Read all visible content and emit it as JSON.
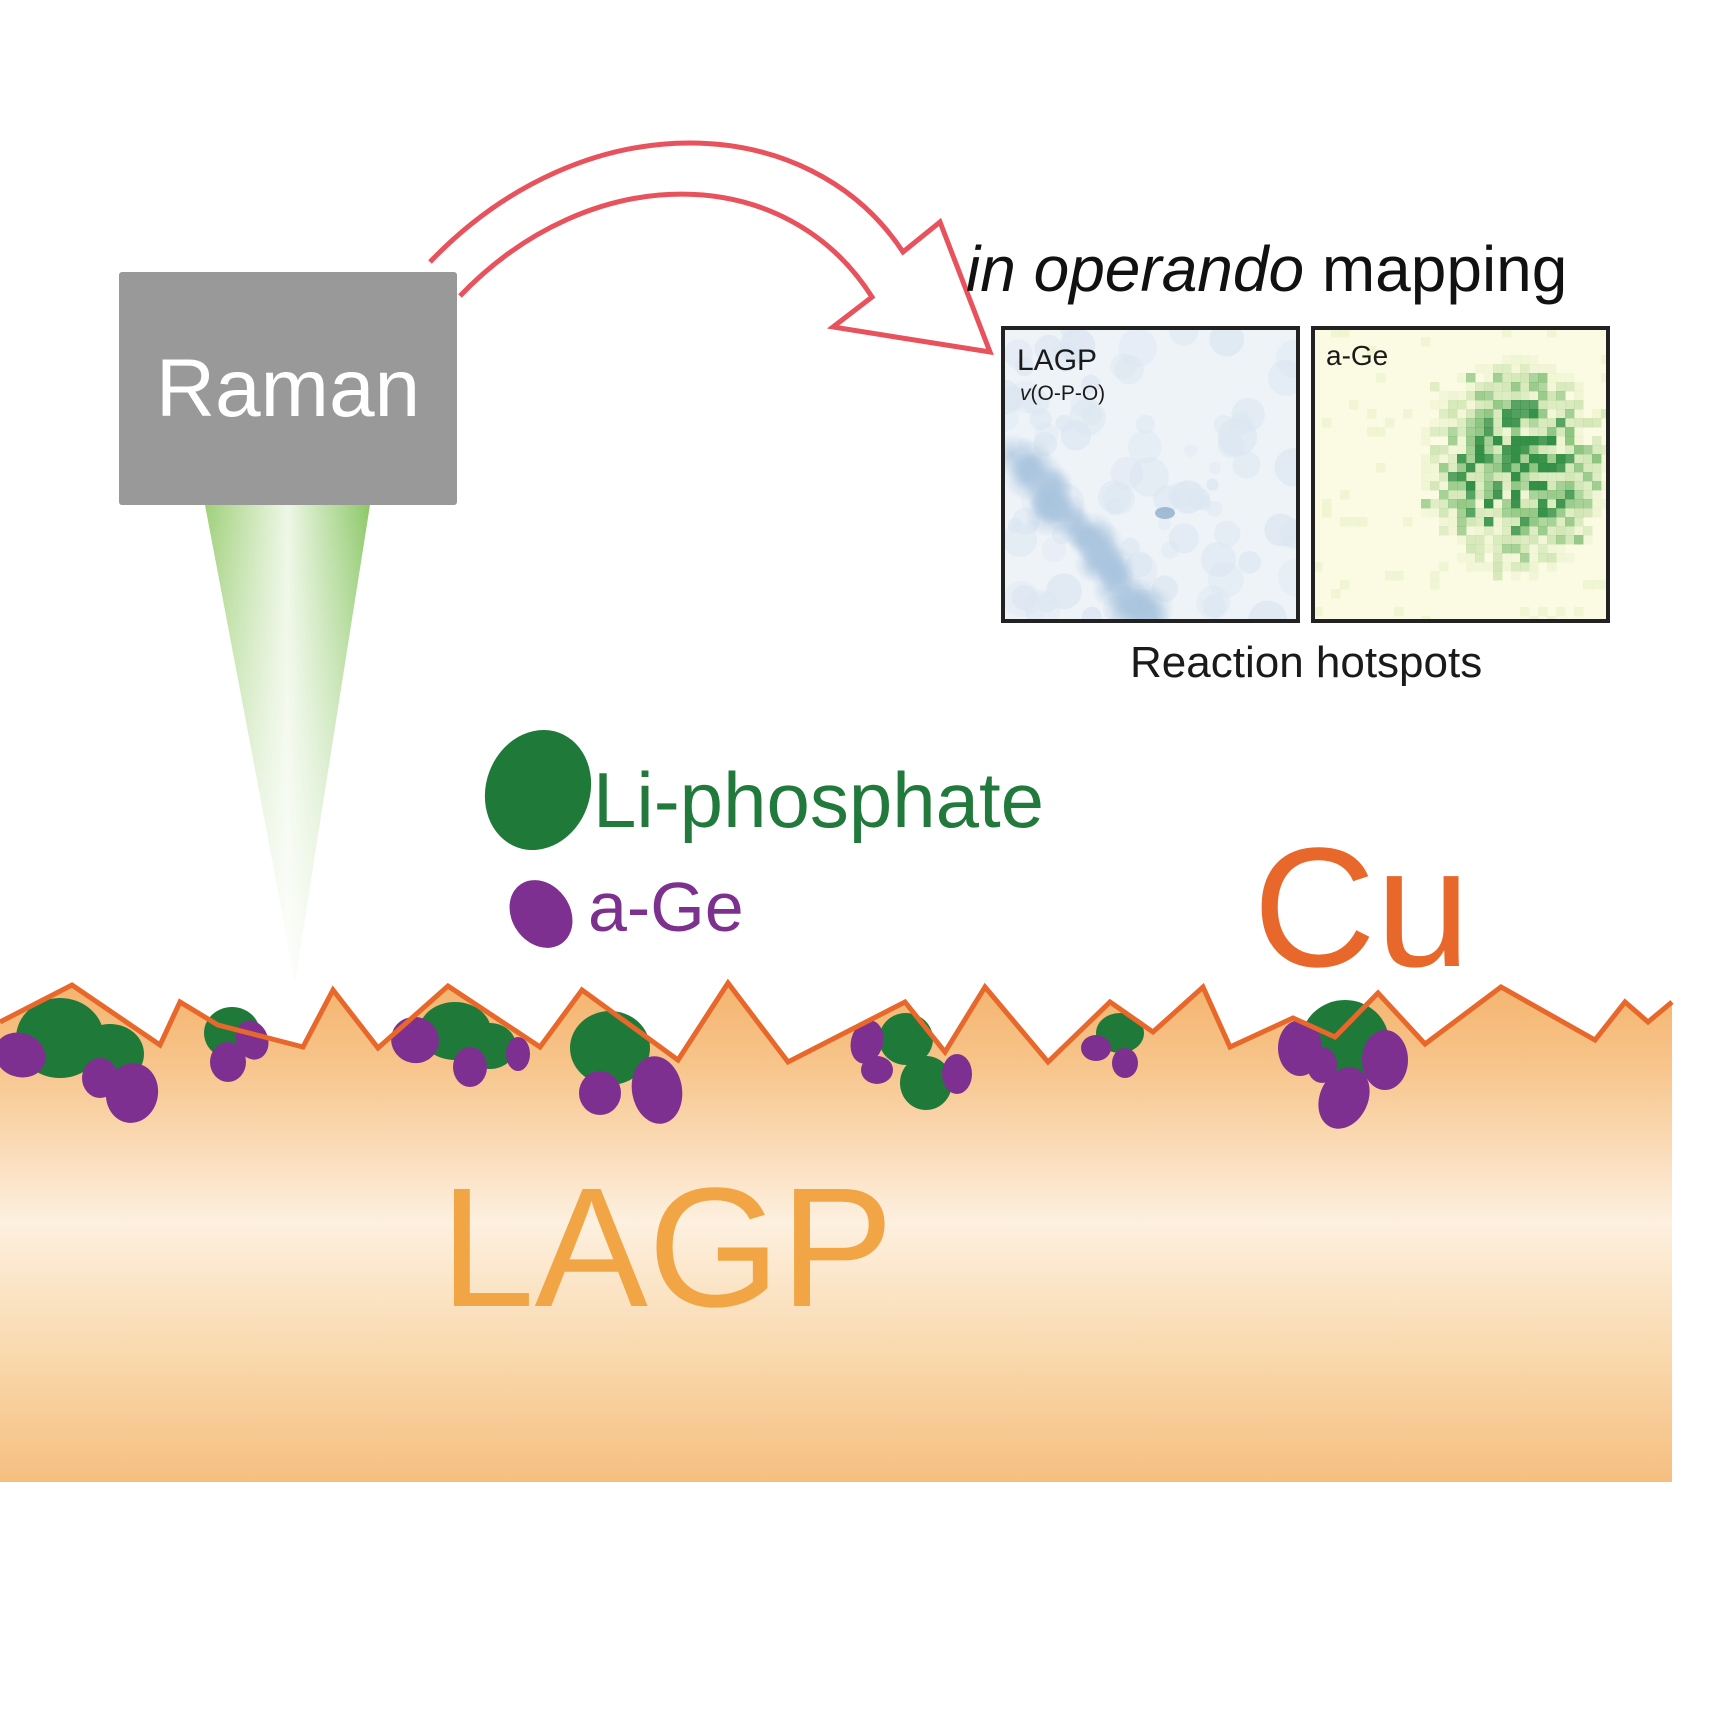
{
  "instrument": {
    "label": "Raman"
  },
  "mapping": {
    "title_italic": "in operando",
    "title_rest": " mapping",
    "panel_lagp": {
      "label": "LAGP",
      "sub_prefix": "v",
      "sub_rest": "(O-P-O)",
      "colormap": "blue"
    },
    "panel_age": {
      "label": "a-Ge",
      "colormap": "green"
    },
    "caption": "Reaction hotspots"
  },
  "legend": {
    "li_phosphate": {
      "label": "Li-phosphate",
      "color": "#1f7a3a"
    },
    "a_ge": {
      "label": "a-Ge",
      "color": "#7d308f"
    }
  },
  "materials": {
    "cu": {
      "label": "Cu",
      "color": "#e8672a"
    },
    "lagp": {
      "label": "LAGP",
      "color": "#f1a545"
    }
  },
  "colors": {
    "arrow": "#e8525c",
    "beam": "#7cc35a",
    "substrate_top": "#f4b46e",
    "substrate_light": "#fdf0df",
    "map_blue": "#bed3e6",
    "map_green": "#2a8a3e",
    "map_yellow": "#fbfae0"
  }
}
